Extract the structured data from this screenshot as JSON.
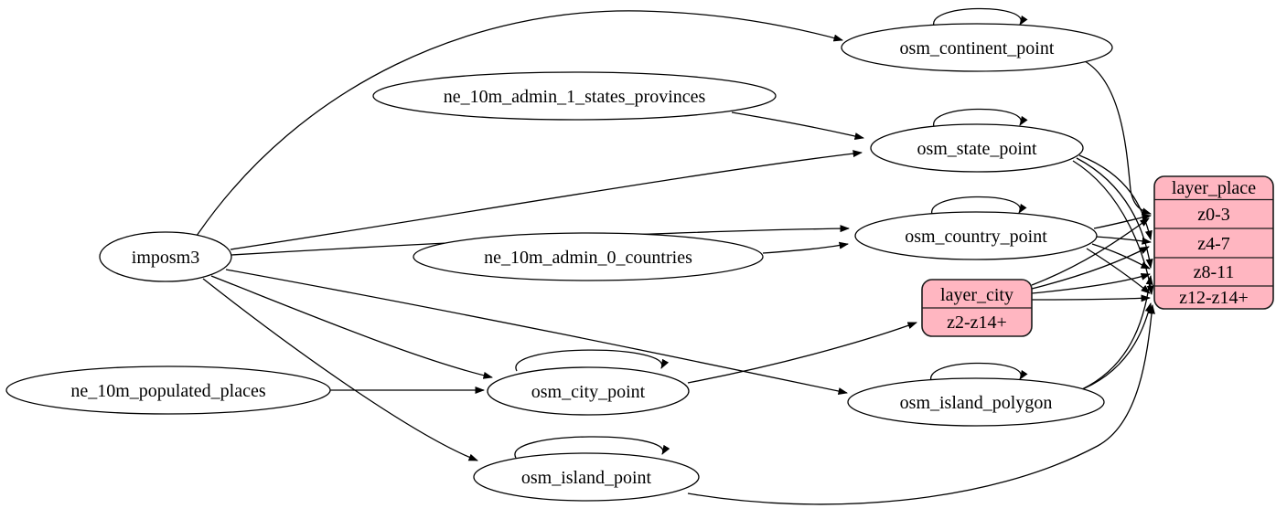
{
  "diagram_type": "etl-graphviz-digraph",
  "colors": {
    "background": "#ffffff",
    "node_fill": "#ffffff",
    "record_fill": "#ffb6c1",
    "stroke": "#000000"
  },
  "nodes": {
    "imposm3": {
      "label": "imposm3"
    },
    "ne_10m_admin_1_states_provinces": {
      "label": "ne_10m_admin_1_states_provinces"
    },
    "ne_10m_admin_0_countries": {
      "label": "ne_10m_admin_0_countries"
    },
    "ne_10m_populated_places": {
      "label": "ne_10m_populated_places"
    },
    "osm_continent_point": {
      "label": "osm_continent_point"
    },
    "osm_state_point": {
      "label": "osm_state_point"
    },
    "osm_country_point": {
      "label": "osm_country_point"
    },
    "osm_city_point": {
      "label": "osm_city_point"
    },
    "osm_island_polygon": {
      "label": "osm_island_polygon"
    },
    "osm_island_point": {
      "label": "osm_island_point"
    }
  },
  "records": {
    "layer_city": {
      "title": "layer_city",
      "rows": [
        "z2-z14+"
      ]
    },
    "layer_place": {
      "title": "layer_place",
      "rows": [
        "z0-3",
        "z4-7",
        "z8-11",
        "z12-z14+"
      ]
    }
  },
  "edges": [
    {
      "from": "imposm3",
      "to": "osm_continent_point"
    },
    {
      "from": "imposm3",
      "to": "osm_state_point"
    },
    {
      "from": "imposm3",
      "to": "osm_country_point"
    },
    {
      "from": "imposm3",
      "to": "osm_city_point"
    },
    {
      "from": "imposm3",
      "to": "osm_island_polygon"
    },
    {
      "from": "imposm3",
      "to": "osm_island_point"
    },
    {
      "from": "ne_10m_admin_1_states_provinces",
      "to": "osm_state_point"
    },
    {
      "from": "ne_10m_admin_0_countries",
      "to": "osm_country_point"
    },
    {
      "from": "ne_10m_populated_places",
      "to": "osm_city_point"
    },
    {
      "from": "osm_continent_point",
      "to": "osm_continent_point"
    },
    {
      "from": "osm_state_point",
      "to": "osm_state_point"
    },
    {
      "from": "osm_country_point",
      "to": "osm_country_point"
    },
    {
      "from": "osm_city_point",
      "to": "osm_city_point"
    },
    {
      "from": "osm_island_polygon",
      "to": "osm_island_polygon"
    },
    {
      "from": "osm_island_point",
      "to": "osm_island_point"
    },
    {
      "from": "osm_continent_point",
      "to": "layer_place:z0-3"
    },
    {
      "from": "osm_country_point",
      "to": "layer_place:z0-3"
    },
    {
      "from": "osm_country_point",
      "to": "layer_place:z4-7"
    },
    {
      "from": "osm_country_point",
      "to": "layer_place:z8-11"
    },
    {
      "from": "osm_country_point",
      "to": "layer_place:z12-z14+"
    },
    {
      "from": "osm_state_point",
      "to": "layer_place:z4-7"
    },
    {
      "from": "osm_state_point",
      "to": "layer_place:z8-11"
    },
    {
      "from": "osm_state_point",
      "to": "layer_place:z12-z14+"
    },
    {
      "from": "osm_city_point",
      "to": "layer_city:z2-z14+"
    },
    {
      "from": "layer_city",
      "to": "layer_place:z0-3"
    },
    {
      "from": "layer_city",
      "to": "layer_place:z4-7"
    },
    {
      "from": "layer_city",
      "to": "layer_place:z8-11"
    },
    {
      "from": "layer_city",
      "to": "layer_place:z12-z14+"
    },
    {
      "from": "osm_island_polygon",
      "to": "layer_place:z8-11"
    },
    {
      "from": "osm_island_polygon",
      "to": "layer_place:z12-z14+"
    },
    {
      "from": "osm_island_point",
      "to": "layer_place:z12-z14+"
    }
  ]
}
